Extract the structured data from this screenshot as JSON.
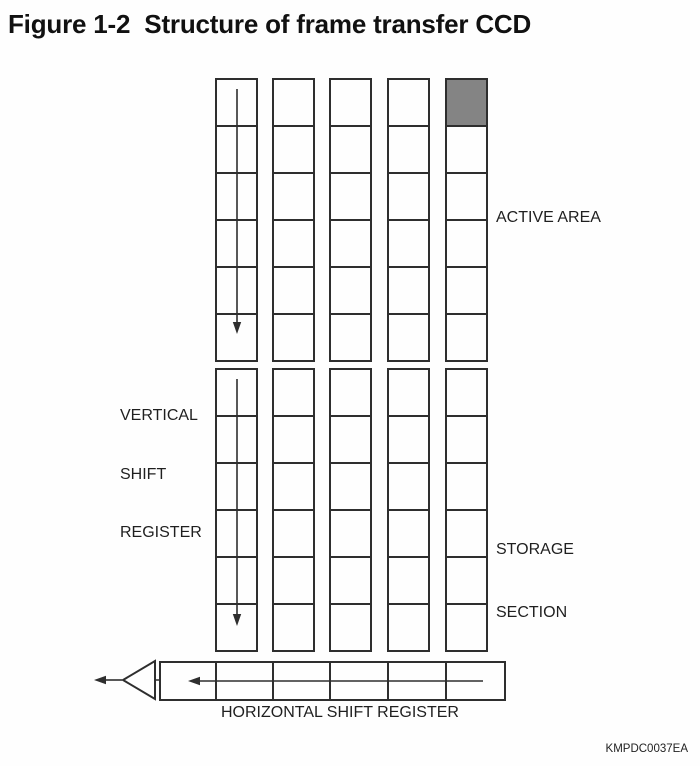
{
  "figure": {
    "title": "Figure 1-2  Structure of frame transfer CCD",
    "code": "KMPDC0037EA"
  },
  "labels": {
    "active_area": "ACTIVE AREA",
    "vertical_shift_register_lines": [
      "VERTICAL",
      "SHIFT",
      "REGISTER"
    ],
    "storage_section_lines": [
      "STORAGE",
      "SECTION"
    ],
    "horizontal_shift_register": "HORIZONTAL SHIFT REGISTER"
  },
  "diagram": {
    "columns": 5,
    "active_area_rows": 6,
    "storage_section_rows": 6,
    "horizontal_register_cells": 6,
    "highlighted_cell": {
      "section": "active-area",
      "column": 5,
      "row": 1
    },
    "arrow_icons": [
      "active-area-down-arrow-icon",
      "storage-section-down-arrow-icon",
      "horizontal-register-left-arrow-icon",
      "amplifier-output-left-arrow-icon"
    ],
    "amplifier_icon": "amplifier-triangle-icon"
  },
  "colors": {
    "background": "#fefefe",
    "line": "#2e2e2e",
    "text": "#1f1f1f",
    "highlight_cell_fill": "#848484"
  }
}
